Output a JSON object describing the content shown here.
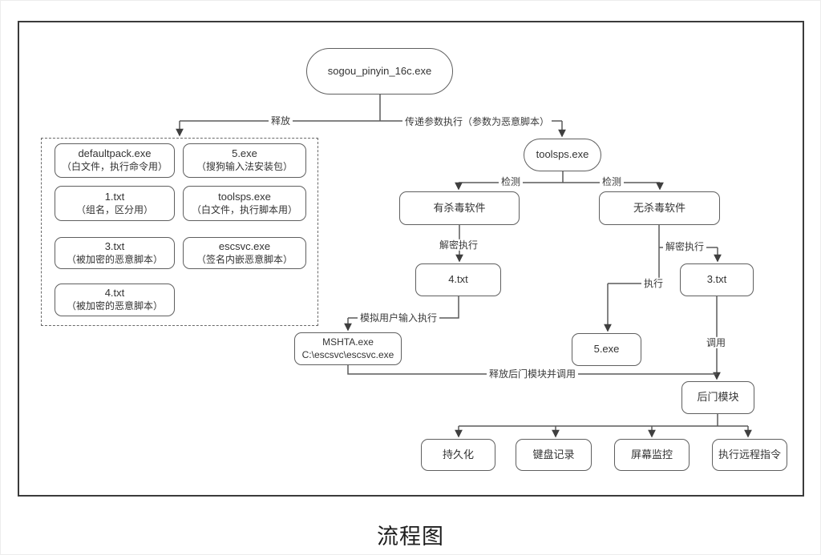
{
  "diagram": {
    "root": {
      "label": "sogou_pinyin_16c.exe"
    },
    "dropped_files": [
      {
        "name": "defaultpack.exe",
        "note": "（白文件，执行命令用）"
      },
      {
        "name": "5.exe",
        "note": "（搜狗输入法安装包）"
      },
      {
        "name": "1.txt",
        "note": "（组名，区分用）"
      },
      {
        "name": "toolsps.exe",
        "note": "（白文件，执行脚本用）"
      },
      {
        "name": "3.txt",
        "note": "（被加密的恶意脚本）"
      },
      {
        "name": "escsvc.exe",
        "note": "（签名内嵌恶意脚本）"
      },
      {
        "name": "4.txt",
        "note": "（被加密的恶意脚本）"
      }
    ],
    "toolsps": {
      "label": "toolsps.exe"
    },
    "has_av": {
      "label": "有杀毒软件"
    },
    "no_av": {
      "label": "无杀毒软件"
    },
    "txt4": {
      "label": "4.txt"
    },
    "txt3": {
      "label": "3.txt"
    },
    "exe5": {
      "label": "5.exe"
    },
    "mshta": {
      "line1": "MSHTA.exe",
      "line2": "C:\\escsvc\\escsvc.exe"
    },
    "backdoor": {
      "label": "后门模块"
    },
    "capabilities": [
      {
        "label": "持久化"
      },
      {
        "label": "键盘记录"
      },
      {
        "label": "屏幕监控"
      },
      {
        "label": "执行远程指令"
      }
    ],
    "edge_labels": {
      "release": "释放",
      "pass_params": "传递参数执行（参数为恶意脚本）",
      "detect_left": "检测",
      "detect_right": "检测",
      "decrypt_left": "解密执行",
      "decrypt_right": "解密执行",
      "execute": "执行",
      "call": "调用",
      "simulate_input": "模拟用户输入执行",
      "release_backdoor": "释放后门模块并调用"
    }
  },
  "caption": "流程图",
  "colors": {
    "line": "#5a5a5a",
    "arrow": "#3f3f3f",
    "frame_border": "#3b3b3b",
    "node_border": "#5f5f5f",
    "text": "#333333",
    "background": "#ffffff"
  }
}
